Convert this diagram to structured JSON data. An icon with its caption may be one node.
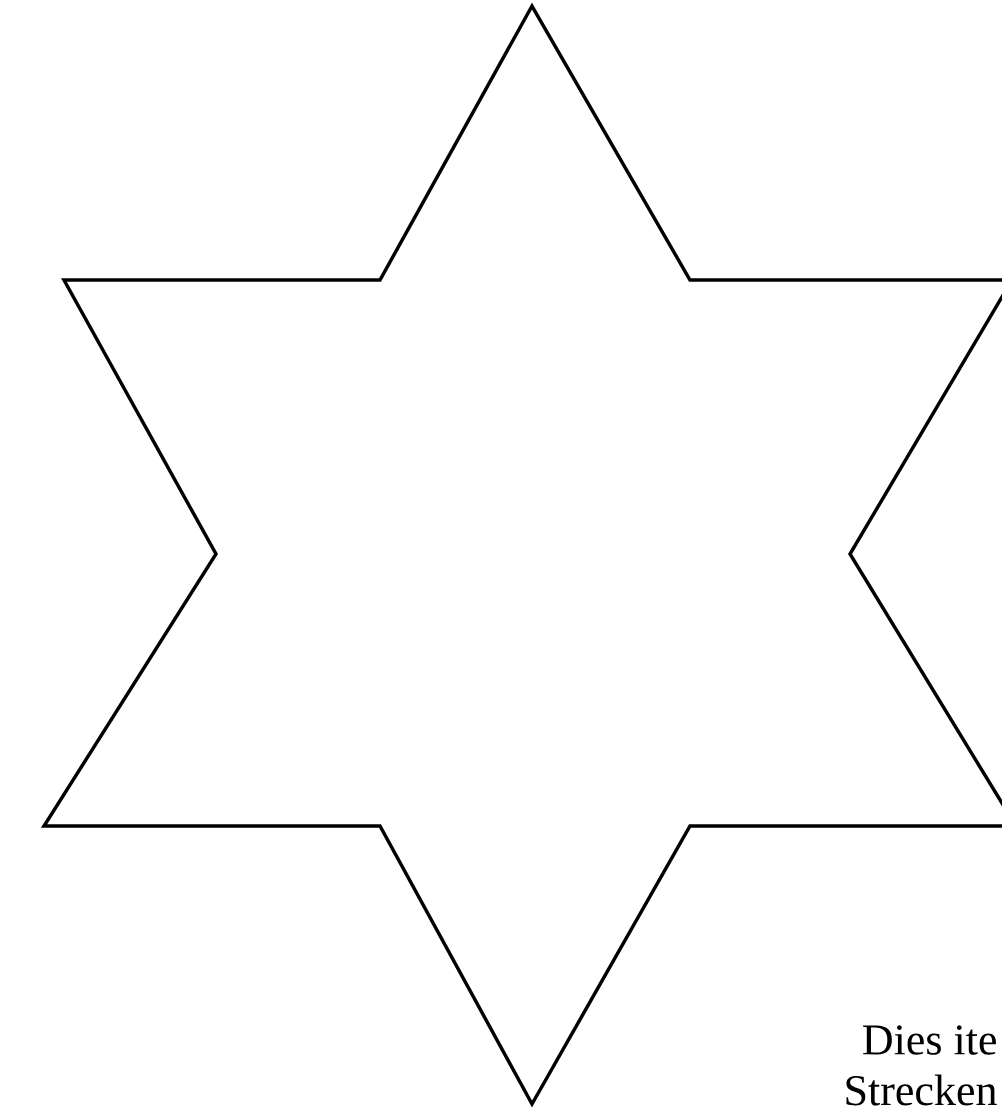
{
  "diagram": {
    "nodes": [
      {
        "text": [],
        "shape": "star"
      }
    ],
    "labels": [
      "Dies ite",
      "Strecken"
    ]
  }
}
